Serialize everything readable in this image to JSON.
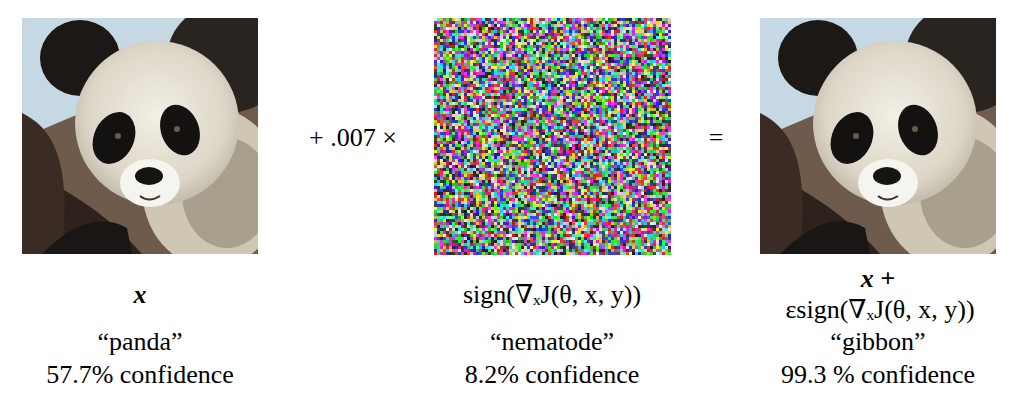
{
  "diagram": {
    "labels": [
      "+ .007 ×",
      "=",
      "x",
      "“panda”",
      "57.7% confidence",
      "sign(∇ₓJ(θ, x, y))",
      "“nematode”",
      "8.2% confidence",
      "x +",
      "εsign(∇ₓJ(θ, x, y))",
      "“gibbon”",
      "99.3 % confidence"
    ]
  }
}
